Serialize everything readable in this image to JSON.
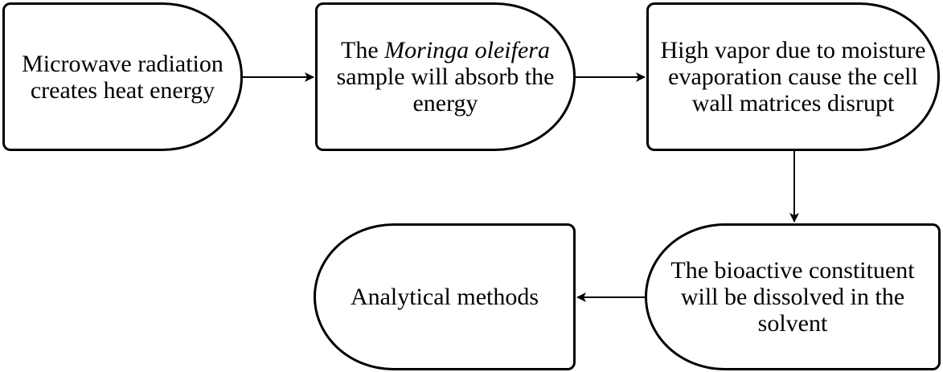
{
  "nodes": {
    "step1": {
      "text": "Microwave radiation creates heat energy"
    },
    "step2": {
      "prefix": "The ",
      "italic": "Moringa oleifera",
      "suffix": " sample will absorb the energy"
    },
    "step3": {
      "text": "High vapor due to moisture evaporation cause the cell wall matrices disrupt"
    },
    "step4": {
      "text": "The bioactive constituent will be dissolved in the solvent"
    },
    "step5": {
      "text": "Analytical methods"
    }
  }
}
